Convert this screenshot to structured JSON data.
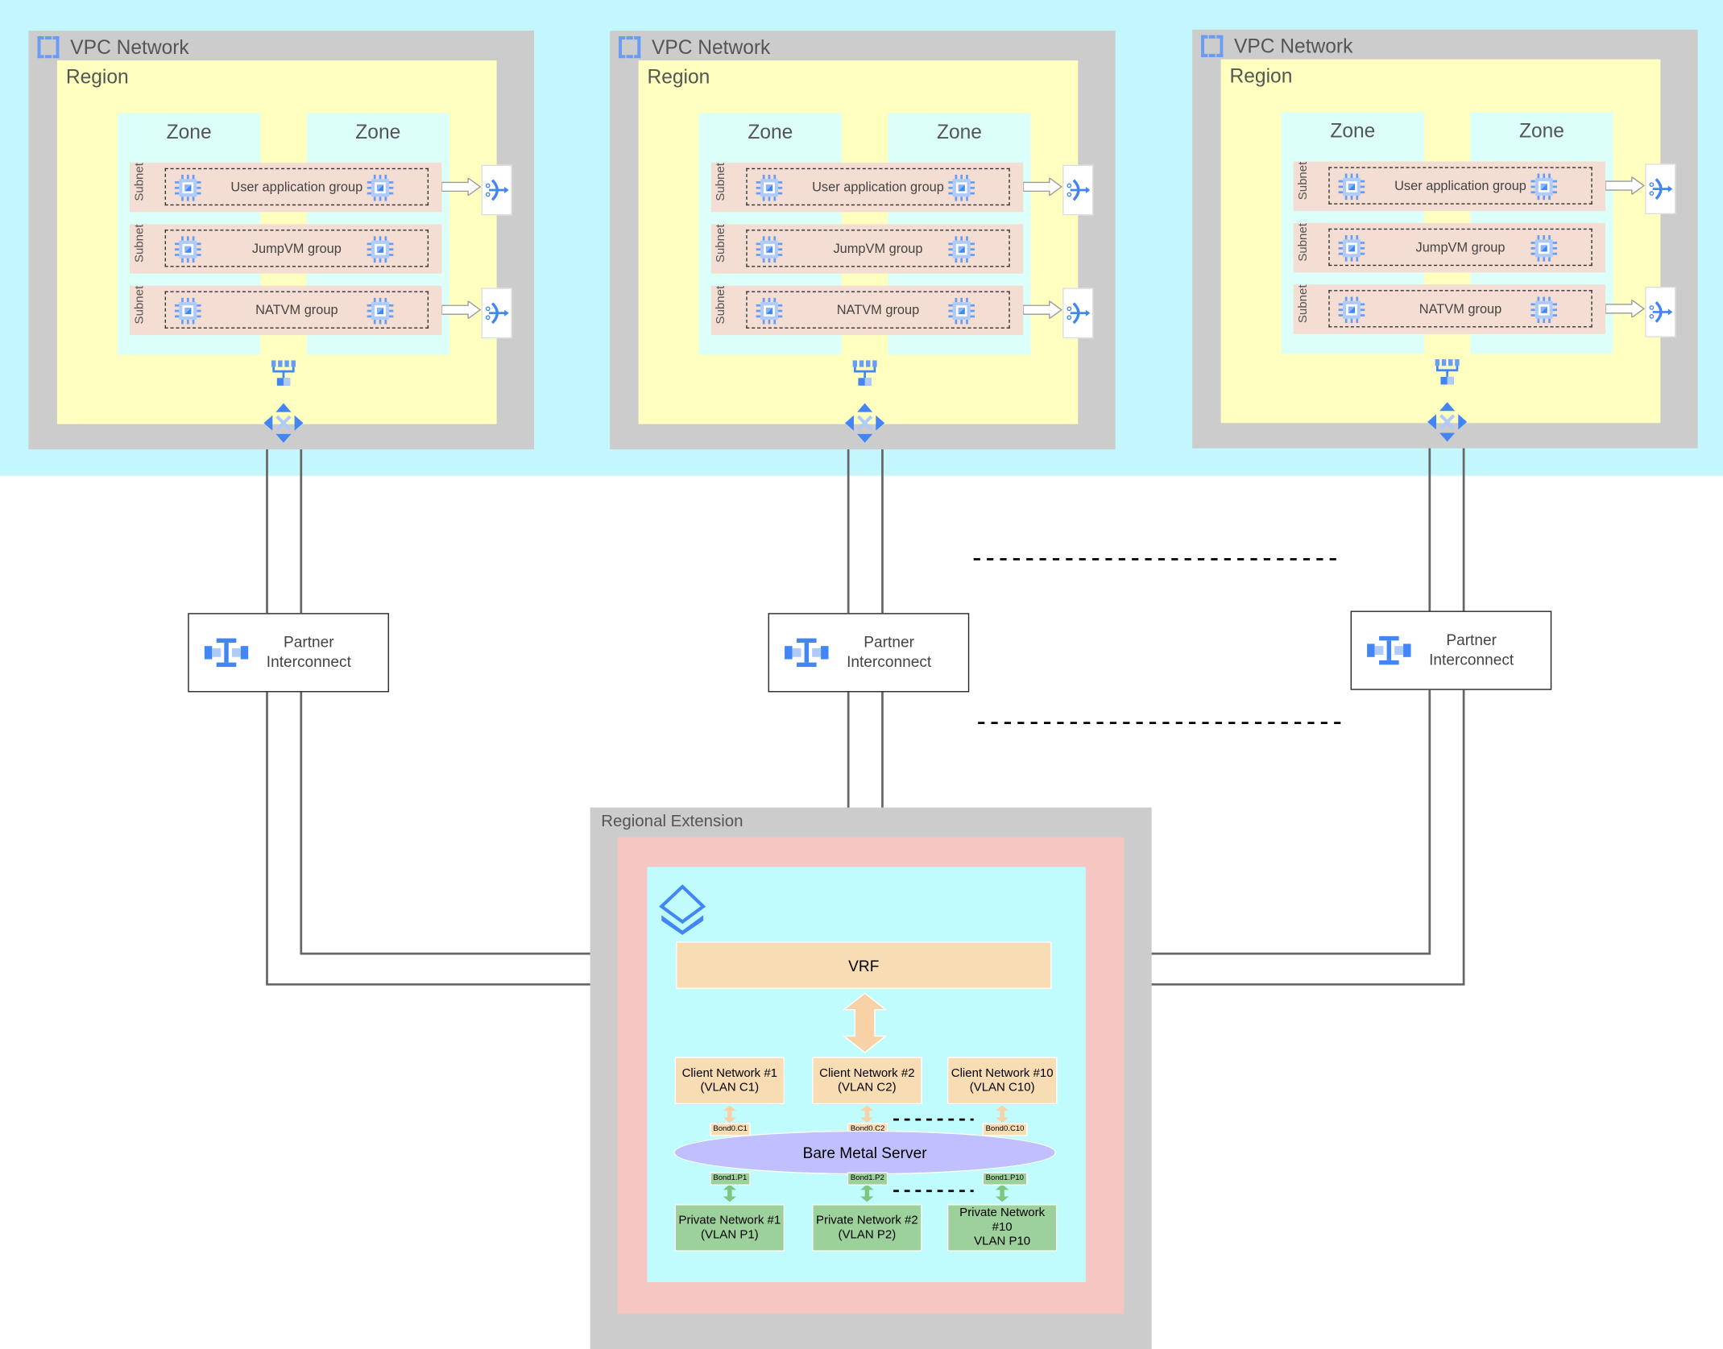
{
  "vpcs": [
    {
      "title": "VPC Network",
      "region": "Region",
      "zones": [
        "Zone",
        "Zone"
      ],
      "subnet_label": "Subnet",
      "groups": [
        "User application group",
        "JumpVM group",
        "NATVM group"
      ],
      "interconnect": "Partner Interconnect"
    },
    {
      "title": "VPC Network",
      "region": "Region",
      "zones": [
        "Zone",
        "Zone"
      ],
      "subnet_label": "Subnet",
      "groups": [
        "User application group",
        "JumpVM group",
        "NATVM group"
      ],
      "interconnect": "Partner Interconnect"
    },
    {
      "title": "VPC Network",
      "region": "Region",
      "zones": [
        "Zone",
        "Zone"
      ],
      "subnet_label": "Subnet",
      "groups": [
        "User application group",
        "JumpVM group",
        "NATVM group"
      ],
      "interconnect": "Partner Interconnect"
    }
  ],
  "regional_extension": {
    "title": "Regional Extension",
    "vrf": "VRF",
    "server": "Bare Metal Server",
    "client_networks": [
      {
        "name": "Client Network #1",
        "vlan": "(VLAN C1)",
        "bond": "Bond0.C1"
      },
      {
        "name": "Client Network #2",
        "vlan": "(VLAN C2)",
        "bond": "Bond0.C2"
      },
      {
        "name": "Client Network #10",
        "vlan": "(VLAN C10)",
        "bond": "Bond0.C10"
      }
    ],
    "private_networks": [
      {
        "name": "Private Network #1",
        "vlan": "(VLAN P1)",
        "bond": "Bond1.P1"
      },
      {
        "name": "Private Network #2",
        "vlan": "(VLAN P2)",
        "bond": "Bond1.P2"
      },
      {
        "name": "Private Network\n#10",
        "vlan": "VLAN P10",
        "bond": "Bond1.P10"
      }
    ]
  },
  "colors": {
    "band": "#c4f7fd",
    "vpc": "#cccccc",
    "region": "#ffffc0",
    "zone": "#dcfff9",
    "subnet": "#f4ddd2",
    "pink": "#f6c6c2",
    "vrf": "#f8dcb4",
    "server": "#c0c0ff",
    "private": "#9dd19c",
    "icon": "#4285f4"
  },
  "icons": [
    "vpc-icon",
    "cpu-chip-icon",
    "cloud-nat-icon",
    "cloud-router-icon",
    "load-balancer-icon",
    "interconnect-icon",
    "layers-icon"
  ]
}
